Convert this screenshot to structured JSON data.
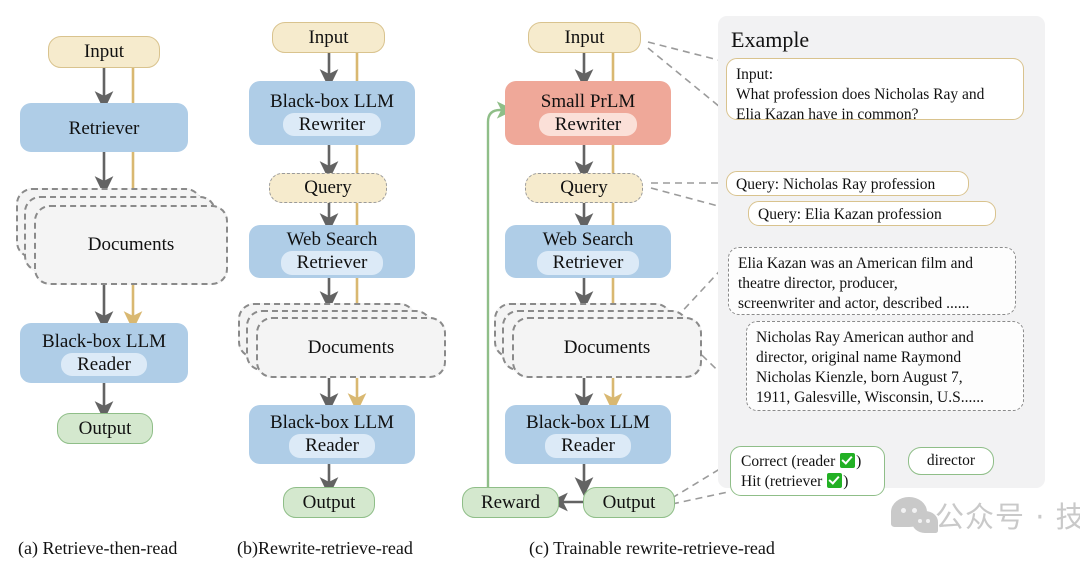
{
  "colors": {
    "input_fill": "#F6EBCD",
    "input_border": "#D9C38E",
    "blue_fill": "#AFCDE7",
    "blue_pill": "#DCEAF7",
    "red_fill": "#EFA899",
    "red_pill": "#FBE0D8",
    "green_fill": "#D4E8CE",
    "green_border": "#8FBE88",
    "doc_fill": "#F4F4F4",
    "doc_border": "#8A8A8A",
    "panel_bg": "#F2F2F3",
    "arrow_gray": "#636363",
    "arrow_gold": "#D9B871",
    "arrow_green": "#8FBE88",
    "check_green": "#22B024",
    "watermark": "#C9C9C9"
  },
  "columns": [
    {
      "id": "a",
      "caption": "(a) Retrieve-then-read",
      "nodes": [
        {
          "name": "input",
          "label": "Input"
        },
        {
          "name": "retriever",
          "label": "Retriever"
        },
        {
          "name": "documents",
          "label": "Documents"
        },
        {
          "name": "reader",
          "label": "Black-box LLM",
          "sub": "Reader"
        },
        {
          "name": "output",
          "label": "Output"
        }
      ]
    },
    {
      "id": "b",
      "caption": "(b)Rewrite-retrieve-read",
      "nodes": [
        {
          "name": "input",
          "label": "Input"
        },
        {
          "name": "rewriter",
          "label": "Black-box LLM",
          "sub": "Rewriter"
        },
        {
          "name": "query",
          "label": "Query"
        },
        {
          "name": "retriever",
          "label": "Web Search",
          "sub": "Retriever"
        },
        {
          "name": "documents",
          "label": "Documents"
        },
        {
          "name": "reader",
          "label": "Black-box LLM",
          "sub": "Reader"
        },
        {
          "name": "output",
          "label": "Output"
        }
      ]
    },
    {
      "id": "c",
      "caption": "(c) Trainable rewrite-retrieve-read",
      "nodes": [
        {
          "name": "input",
          "label": "Input"
        },
        {
          "name": "rewriter",
          "label": "Small PrLM",
          "sub": "Rewriter"
        },
        {
          "name": "query",
          "label": "Query"
        },
        {
          "name": "retriever",
          "label": "Web Search",
          "sub": "Retriever"
        },
        {
          "name": "documents",
          "label": "Documents"
        },
        {
          "name": "reader",
          "label": "Black-box LLM",
          "sub": "Reader"
        },
        {
          "name": "output",
          "label": "Output"
        },
        {
          "name": "reward",
          "label": "Reward"
        }
      ]
    }
  ],
  "example": {
    "title": "Example",
    "input_card": {
      "line1": "Input:",
      "line2": "What profession does Nicholas Ray and",
      "line3": "Elia Kazan have in common?"
    },
    "query_cards": [
      "Query: Nicholas Ray profession",
      "Query: Elia Kazan profession"
    ],
    "document_cards": [
      {
        "line1": "Elia Kazan was an American film and",
        "line2": "theatre director, producer,",
        "line3": "screenwriter and actor, described  ......"
      },
      {
        "line1": "Nicholas Ray American author and",
        "line2": "director, original name Raymond",
        "line3": "Nicholas Kienzle, born August 7,",
        "line4": "1911, Galesville, Wisconsin, U.S......"
      }
    ],
    "reward_card": {
      "line1_pre": "Correct (reader ",
      "line1_post": ")",
      "line2_pre": "Hit (retriever ",
      "line2_post": ")"
    },
    "answer_card": "director"
  },
  "watermark": {
    "text": "公众号 · 技术狂潮AI"
  }
}
